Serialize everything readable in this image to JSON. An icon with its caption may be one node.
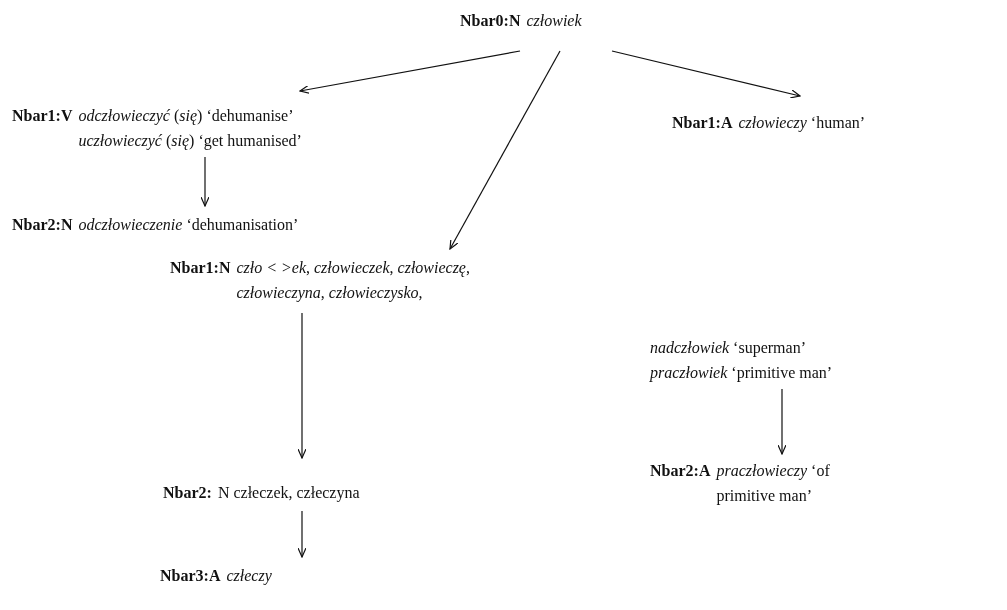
{
  "diagram": {
    "nodes": [
      {
        "text": [
          "Nbar0:N",
          "*człowiek*"
        ]
      },
      {
        "text": [
          "Nbar1:V",
          "*odczłowieczyć* (*się*) ‘dehumanise’ *uczłowieczyć* (*się*) ‘get humanised’"
        ]
      },
      {
        "text": [
          "Nbar2:N",
          "*odczłowieczenie* ‘dehumanisation’"
        ]
      },
      {
        "text": [
          "Nbar1:A",
          "*człowieczy* ‘human’"
        ]
      },
      {
        "text": [
          "Nbar1:N",
          "*czło < >ek*, *człowieczek*, *człowieczę*, *człowieczyna*, *człowieczysko*,"
        ]
      },
      {
        "text": [
          "*nadczłowiek* ‘superman’ *praczłowiek* ‘primitive man’"
        ]
      },
      {
        "text": [
          "Nbar2:",
          "N człeczek, człeczyna"
        ]
      },
      {
        "text": [
          "Nbar2:A",
          "*praczłowieczy* ‘of primitive man’"
        ]
      },
      {
        "text": [
          "Nbar3:A",
          "*człeczy*"
        ]
      }
    ],
    "edges": [
      {
        "from": 0,
        "to": 1,
        "arrow": "to"
      },
      {
        "from": 0,
        "to": 4,
        "arrow": "to"
      },
      {
        "from": 0,
        "to": 3,
        "arrow": "to"
      },
      {
        "from": 1,
        "to": 2,
        "arrow": "to"
      },
      {
        "from": 4,
        "to": 6,
        "arrow": "to"
      },
      {
        "from": 5,
        "to": 7,
        "arrow": "to"
      },
      {
        "from": 6,
        "to": 8,
        "arrow": "to"
      }
    ]
  }
}
